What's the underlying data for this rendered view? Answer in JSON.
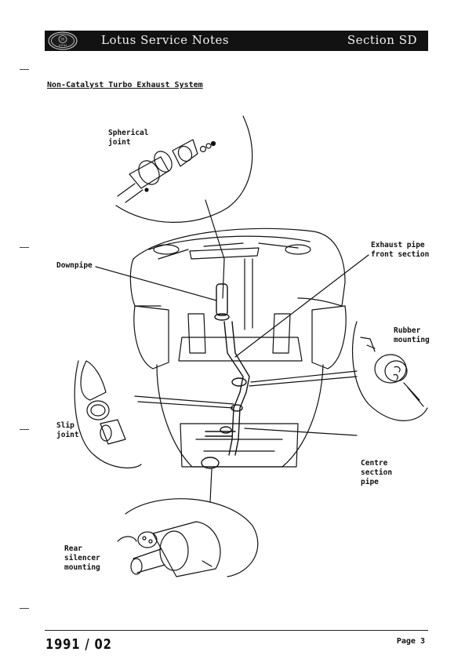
{
  "header": {
    "title": "Lotus Service Notes",
    "section": "Section SD",
    "logo_letters": "LOTUS"
  },
  "heading": "Non-Catalyst Turbo Exhaust System",
  "labels": {
    "spherical_joint": "Spherical\njoint",
    "downpipe": "Downpipe",
    "exhaust_front": "Exhaust pipe\nfront section",
    "rubber_mounting": "Rubber\nmounting",
    "slip_joint": "Slip\njoint",
    "centre_section": "Centre\nsection\npipe",
    "rear_silencer": "Rear\nsilencer\nmounting"
  },
  "footer": {
    "date": "1991 / 02",
    "page": "Page 3"
  },
  "colors": {
    "header_bg": "#121212",
    "header_text": "#f2f2f2",
    "ink": "#111111"
  }
}
